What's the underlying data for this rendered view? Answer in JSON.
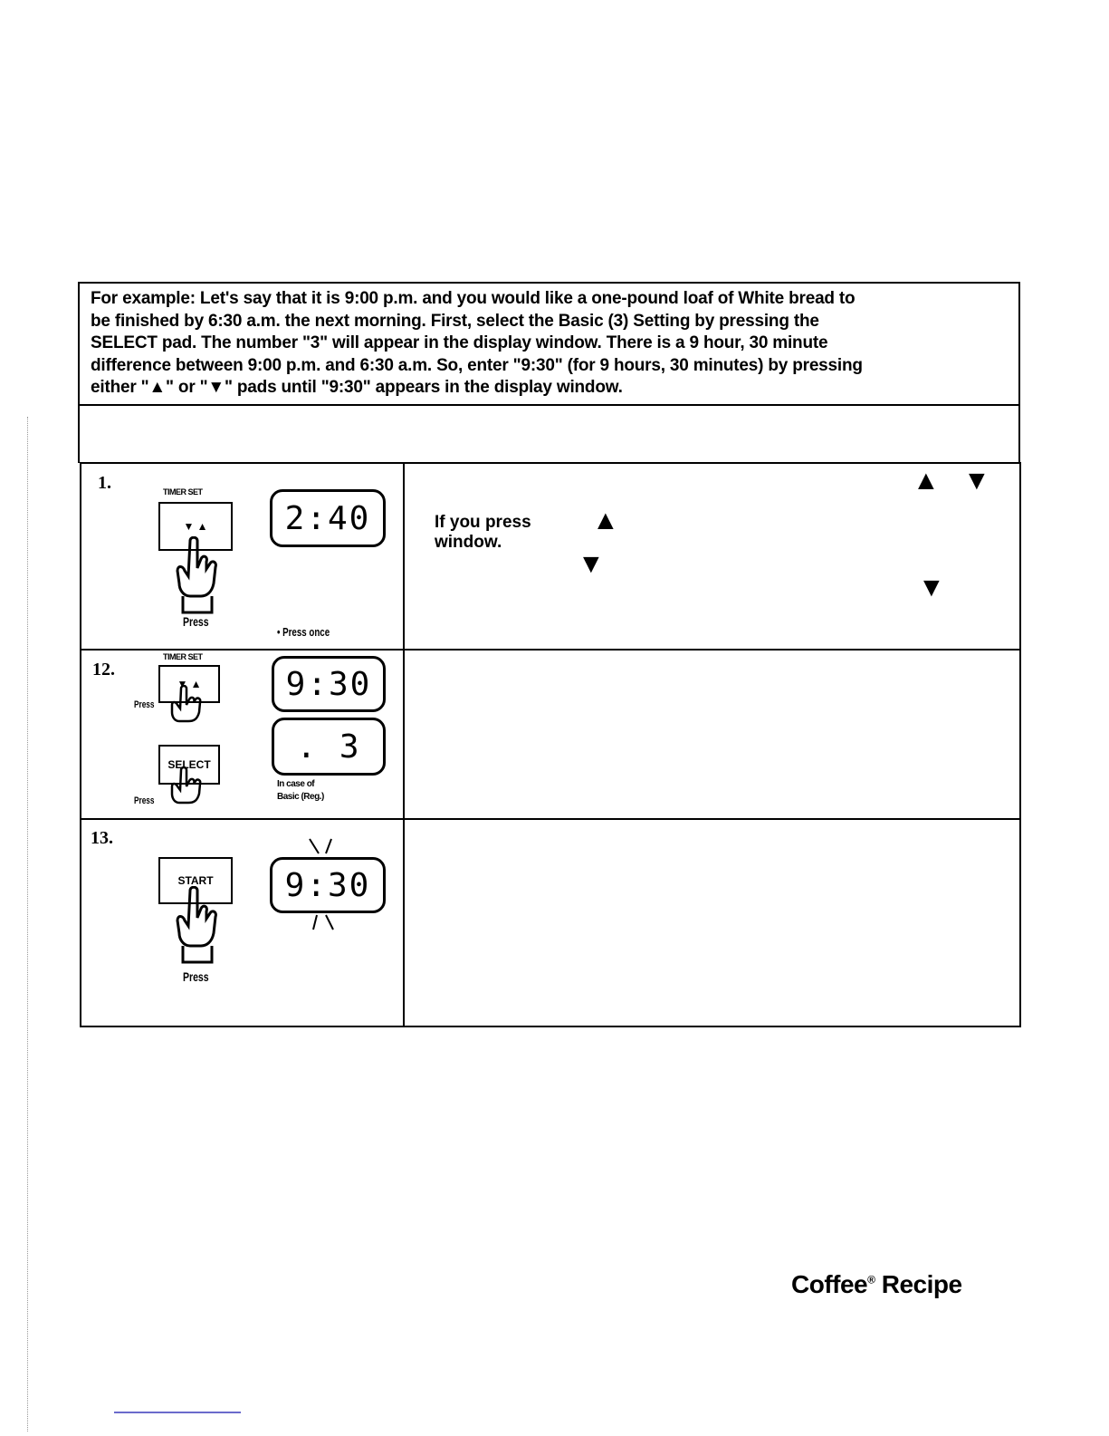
{
  "intro": {
    "lines": [
      "For example: Let's say that it is 9:00 p.m. and you would like a one-pound loaf of White bread to",
      "be finished by 6:30 a.m. the next morning. First, select the Basic (3) Setting by pressing the",
      "SELECT pad. The number \"3\" will appear in the display window. There is a 9 hour, 30 minute",
      "difference between 9:00 p.m. and 6:30 a.m. So, enter \"9:30\" (for 9 hours, 30 minutes) by pressing",
      "either \"▲\" or \"▼\" pads until \"9:30\" appears in the display window."
    ]
  },
  "steps": [
    {
      "number": "1.",
      "keypad_label": "TIMER SET",
      "keys": "▼ ▲",
      "press_label": "Press",
      "display": "2:40",
      "note": "• Press once",
      "text_line1": "If you press",
      "text_line2": "window.",
      "arrow_up": "▲",
      "arrow_down": "▼"
    },
    {
      "number": "12.",
      "keypad_label": "TIMER SET",
      "keys": "▼ ▲",
      "press_label": "Press",
      "select_key": "SELECT",
      "press_label2": "Press",
      "display": "9:30",
      "display2": ". 3",
      "note_line1": "In case of",
      "note_line2": "Basic (Reg.)"
    },
    {
      "number": "13.",
      "key": "START",
      "press_label": "Press",
      "display": "9:30"
    }
  ],
  "brand": {
    "name": "Coffee",
    "reg": "®",
    "suffix": "Recipe"
  }
}
